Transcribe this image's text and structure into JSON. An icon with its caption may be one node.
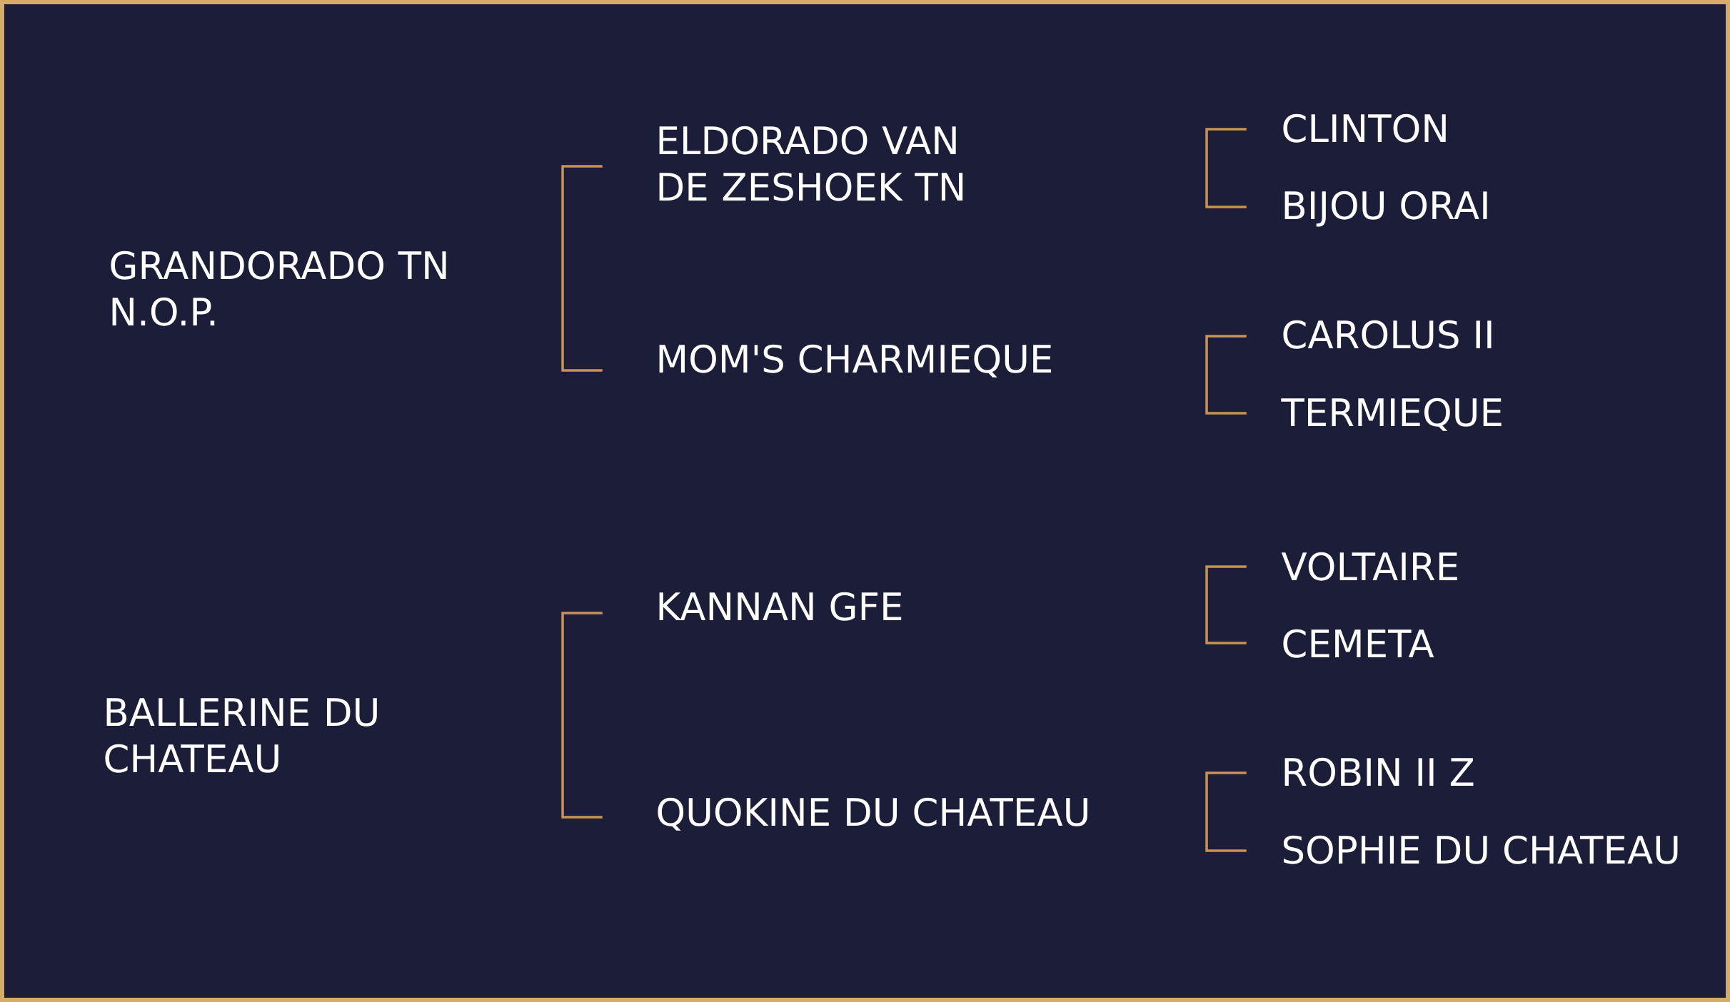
{
  "diagram": {
    "labels": [
      "GRANDORADO TN N.O.P.",
      "BALLERINE DU CHATEAU",
      "ELDORADO VAN DE ZESHOEK TN",
      "MOM'S CHARMIEQUE",
      "KANNAN GFE",
      "QUOKINE DU CHATEAU",
      "CLINTON",
      "BIJOU ORAI",
      "CAROLUS II",
      "TERMIEQUE",
      "VOLTAIRE",
      "CEMETA",
      "ROBIN II Z",
      "SOPHIE DU CHATEAU"
    ]
  }
}
